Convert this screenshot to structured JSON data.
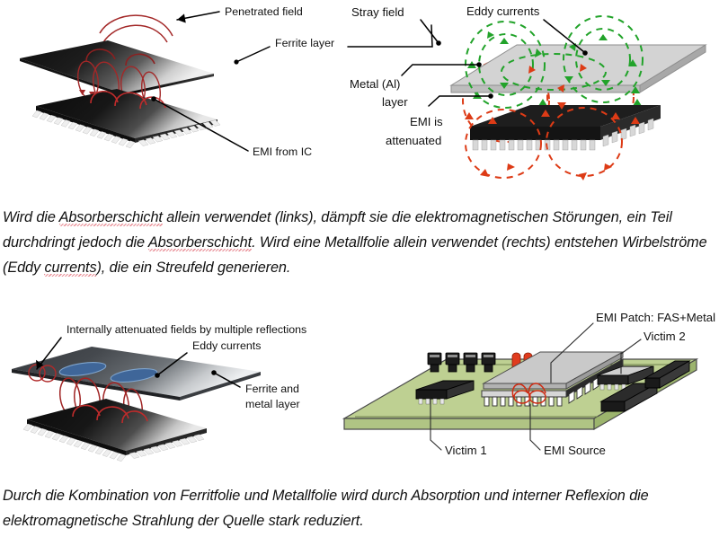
{
  "document": {
    "title": "EMI Shielding: Absorber, Metal Foil and Combination"
  },
  "colors": {
    "field_red": "#b02a2a",
    "eddy_green": "#22a32a",
    "eddy_red": "#dd3b16",
    "pcb_green": "#b9cd8c",
    "pcb_green_edge": "#9cb46d",
    "metal_gray": "#c9c9c9",
    "metal_gray_dark": "#9a9a9a",
    "ferrite_dark": "#1a1a1a",
    "blue_eddy": "#3f6699",
    "text": "#111111",
    "spellcheck_underline": "#e88a92",
    "component_black": "#1c1c1c",
    "component_red": "#e03c1e"
  },
  "panels": {
    "top_left": {
      "name": "absorber-only",
      "labels": [
        {
          "id": "penetrated-field",
          "text": "Penetrated field"
        },
        {
          "id": "ferrite-layer",
          "text": "Ferrite layer"
        },
        {
          "id": "emi-from-ic",
          "text": "EMI from IC"
        }
      ]
    },
    "top_right": {
      "name": "metal-foil-only",
      "labels": [
        {
          "id": "stray-field",
          "text": "Stray field"
        },
        {
          "id": "eddy-currents",
          "text": "Eddy currents"
        },
        {
          "id": "metal-al-layer-line1",
          "text": "Metal (Al)"
        },
        {
          "id": "metal-al-layer-line2",
          "text": "layer"
        },
        {
          "id": "emi-attenuated-line1",
          "text": "EMI is"
        },
        {
          "id": "emi-attenuated-line2",
          "text": "attenuated"
        }
      ]
    },
    "bottom_left": {
      "name": "ferrite-and-metal",
      "labels": [
        {
          "id": "internal-attenuation",
          "text": "Internally attenuated fields by multiple reflections"
        },
        {
          "id": "eddy-currents",
          "text": "Eddy currents"
        },
        {
          "id": "ferrite-metal-line1",
          "text": "Ferrite and"
        },
        {
          "id": "ferrite-metal-line2",
          "text": "metal layer"
        }
      ]
    },
    "bottom_right": {
      "name": "pcb-application",
      "labels": [
        {
          "id": "emi-patch",
          "text": "EMI Patch: FAS+Metal"
        },
        {
          "id": "victim-2",
          "text": "Victim 2"
        },
        {
          "id": "victim-1",
          "text": "Victim 1"
        },
        {
          "id": "emi-source",
          "text": "EMI Source"
        }
      ]
    }
  },
  "captions": {
    "caption_1": {
      "full_text": "Wird die Absorberschicht allein verwendet (links), dämpft sie die elektromagnetischen Störungen, ein Teil durchdringt jedoch die Absorberschicht. Wird eine Metallfolie allein verwendet (rechts) entstehen Wirbelströme (Eddy currents), die ein Streufeld generieren.",
      "segments": [
        {
          "text": "Wird die ",
          "spellcheck": false
        },
        {
          "text": "Absorberschicht",
          "spellcheck": true
        },
        {
          "text": " allein verwendet (links), dämpft sie die elektromagnetischen Störungen, ein Teil durchdringt jedoch die ",
          "spellcheck": false
        },
        {
          "text": "Absorberschicht",
          "spellcheck": true
        },
        {
          "text": ". Wird eine Metallfolie allein verwendet (rechts) entstehen Wirbelströme (Eddy ",
          "spellcheck": false
        },
        {
          "text": "currents",
          "spellcheck": true
        },
        {
          "text": "), die ein Streufeld generieren.",
          "spellcheck": false
        }
      ]
    },
    "caption_2": {
      "full_text": "Durch die Kombination von Ferritfolie und Metallfolie wird durch Absorption und interner Reflexion die elektromagnetische Strahlung der Quelle stark reduziert.",
      "segments": [
        {
          "text": "Durch die Kombination von Ferritfolie und Metallfolie wird durch Absorption und interner Reflexion die elektromagnetische Strahlung der Quelle stark reduziert.",
          "spellcheck": false
        }
      ]
    }
  }
}
